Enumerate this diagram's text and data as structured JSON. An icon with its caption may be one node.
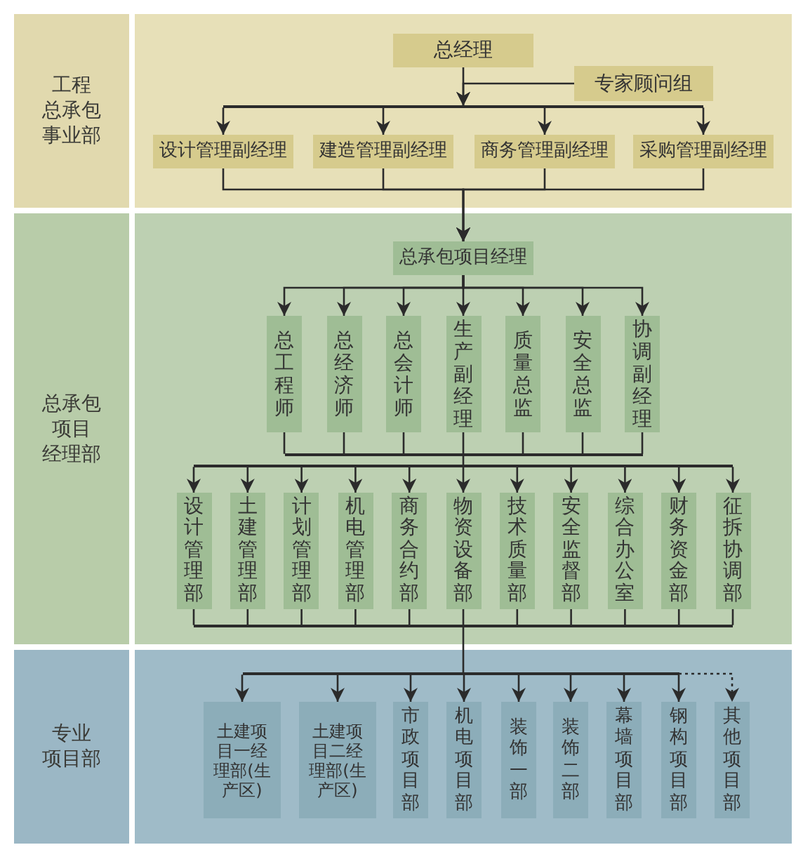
{
  "diagram": {
    "nodes": [
      {
        "text": [
          "工程总承包事业部"
        ]
      },
      {
        "text": [
          "总经理"
        ],
        "in": 0
      },
      {
        "text": [
          "专家顾问组"
        ],
        "in": 0
      },
      {
        "text": [],
        "shape": "bar",
        "in": 0
      },
      {
        "text": [
          "设计管理副经理"
        ],
        "in": 0
      },
      {
        "text": [
          "建造管理副经理"
        ],
        "in": 0
      },
      {
        "text": [
          "商务管理副经理"
        ],
        "in": 0
      },
      {
        "text": [
          "采购管理副经理"
        ],
        "in": 0
      },
      {
        "text": [
          "总承包项目经理部"
        ]
      },
      {
        "text": [
          "总承包项目经理"
        ],
        "in": 8
      },
      {
        "text": [
          "总工程师"
        ],
        "in": 8
      },
      {
        "text": [
          "总经济师"
        ],
        "in": 8
      },
      {
        "text": [
          "总会计师"
        ],
        "in": 8
      },
      {
        "text": [
          "生产副经理"
        ],
        "in": 8
      },
      {
        "text": [
          "质量总监"
        ],
        "in": 8
      },
      {
        "text": [
          "安全总监"
        ],
        "in": 8
      },
      {
        "text": [
          "协调副经理"
        ],
        "in": 8
      },
      {
        "text": [],
        "shape": "bar",
        "in": 8
      },
      {
        "text": [],
        "shape": "bar",
        "in": 8
      },
      {
        "text": [
          "设计管理部"
        ],
        "in": 8
      },
      {
        "text": [
          "土建管理部"
        ],
        "in": 8
      },
      {
        "text": [
          "计划管理部"
        ],
        "in": 8
      },
      {
        "text": [
          "机电管理部"
        ],
        "in": 8
      },
      {
        "text": [
          "商务合约部"
        ],
        "in": 8
      },
      {
        "text": [
          "物资设备部"
        ],
        "in": 8
      },
      {
        "text": [
          "技术质量部"
        ],
        "in": 8
      },
      {
        "text": [
          "安全监督部"
        ],
        "in": 8
      },
      {
        "text": [
          "综合办公室"
        ],
        "in": 8
      },
      {
        "text": [
          "财务资金部"
        ],
        "in": 8
      },
      {
        "text": [
          "征拆协调部"
        ],
        "in": 8
      },
      {
        "text": [],
        "shape": "bar",
        "in": 8
      },
      {
        "text": [
          "专业项目部"
        ]
      },
      {
        "text": [],
        "shape": "bar",
        "in": 31
      },
      {
        "text": [
          "土建项目一经理部(生产区)"
        ],
        "in": 31
      },
      {
        "text": [
          "土建项目二经理部(生产区)"
        ],
        "in": 31
      },
      {
        "text": [
          "市政项目部"
        ],
        "in": 31
      },
      {
        "text": [
          "机电项目部"
        ],
        "in": 31
      },
      {
        "text": [
          "装饰一部"
        ],
        "in": 31
      },
      {
        "text": [
          "装饰二部"
        ],
        "in": 31
      },
      {
        "text": [
          "幕墙项目部"
        ],
        "in": 31
      },
      {
        "text": [
          "钢构项目部"
        ],
        "in": 31
      },
      {
        "text": [
          "其他项目部"
        ],
        "in": 31
      }
    ],
    "edges": [
      {
        "from": 1,
        "to": 3,
        "arrow": "to"
      },
      {
        "from": 2,
        "to": 3,
        "arrow": "to"
      },
      {
        "from": 3,
        "to": 4,
        "arrow": "to"
      },
      {
        "from": 3,
        "to": 5,
        "arrow": "to"
      },
      {
        "from": 3,
        "to": 6,
        "arrow": "to"
      },
      {
        "from": 3,
        "to": 7,
        "arrow": "to"
      },
      {
        "from": 4,
        "to": 9,
        "arrow": "to"
      },
      {
        "from": 5,
        "to": 9,
        "arrow": "to"
      },
      {
        "from": 6,
        "to": 9,
        "arrow": "to"
      },
      {
        "from": 7,
        "to": 9,
        "arrow": "to"
      },
      {
        "from": 9,
        "to": 10,
        "arrow": "to"
      },
      {
        "from": 9,
        "to": 11,
        "arrow": "to"
      },
      {
        "from": 9,
        "to": 12,
        "arrow": "to"
      },
      {
        "from": 9,
        "to": 13,
        "arrow": "to"
      },
      {
        "from": 9,
        "to": 14,
        "arrow": "to"
      },
      {
        "from": 9,
        "to": 15,
        "arrow": "to"
      },
      {
        "from": 9,
        "to": 16,
        "arrow": "to"
      },
      {
        "from": 10,
        "to": 17,
        "arrow": "none"
      },
      {
        "from": 11,
        "to": 17,
        "arrow": "none"
      },
      {
        "from": 12,
        "to": 17,
        "arrow": "none"
      },
      {
        "from": 13,
        "to": 17,
        "arrow": "none"
      },
      {
        "from": 14,
        "to": 17,
        "arrow": "none"
      },
      {
        "from": 15,
        "to": 17,
        "arrow": "none"
      },
      {
        "from": 16,
        "to": 17,
        "arrow": "none"
      },
      {
        "from": 17,
        "to": 18,
        "arrow": "none"
      },
      {
        "from": 18,
        "to": 19,
        "arrow": "to"
      },
      {
        "from": 18,
        "to": 20,
        "arrow": "to"
      },
      {
        "from": 18,
        "to": 21,
        "arrow": "to"
      },
      {
        "from": 18,
        "to": 22,
        "arrow": "to"
      },
      {
        "from": 18,
        "to": 23,
        "arrow": "to"
      },
      {
        "from": 18,
        "to": 24,
        "arrow": "to"
      },
      {
        "from": 18,
        "to": 25,
        "arrow": "to"
      },
      {
        "from": 18,
        "to": 26,
        "arrow": "to"
      },
      {
        "from": 18,
        "to": 27,
        "arrow": "to"
      },
      {
        "from": 18,
        "to": 28,
        "arrow": "to"
      },
      {
        "from": 18,
        "to": 29,
        "arrow": "to"
      },
      {
        "from": 19,
        "to": 30,
        "arrow": "none"
      },
      {
        "from": 20,
        "to": 30,
        "arrow": "none"
      },
      {
        "from": 21,
        "to": 30,
        "arrow": "none"
      },
      {
        "from": 22,
        "to": 30,
        "arrow": "none"
      },
      {
        "from": 23,
        "to": 30,
        "arrow": "none"
      },
      {
        "from": 24,
        "to": 30,
        "arrow": "none"
      },
      {
        "from": 25,
        "to": 30,
        "arrow": "none"
      },
      {
        "from": 26,
        "to": 30,
        "arrow": "none"
      },
      {
        "from": 27,
        "to": 30,
        "arrow": "none"
      },
      {
        "from": 28,
        "to": 30,
        "arrow": "none"
      },
      {
        "from": 29,
        "to": 30,
        "arrow": "none"
      },
      {
        "from": 30,
        "to": 32,
        "arrow": "none"
      },
      {
        "from": 32,
        "to": 33,
        "arrow": "to"
      },
      {
        "from": 32,
        "to": 34,
        "arrow": "to"
      },
      {
        "from": 32,
        "to": 35,
        "arrow": "to"
      },
      {
        "from": 32,
        "to": 36,
        "arrow": "to"
      },
      {
        "from": 32,
        "to": 37,
        "arrow": "to"
      },
      {
        "from": 32,
        "to": 38,
        "arrow": "to"
      },
      {
        "from": 32,
        "to": 39,
        "arrow": "to"
      },
      {
        "from": 32,
        "to": 40,
        "arrow": "to"
      },
      {
        "from": 32,
        "to": 41,
        "arrow": "to",
        "style": "dashed"
      }
    ]
  }
}
